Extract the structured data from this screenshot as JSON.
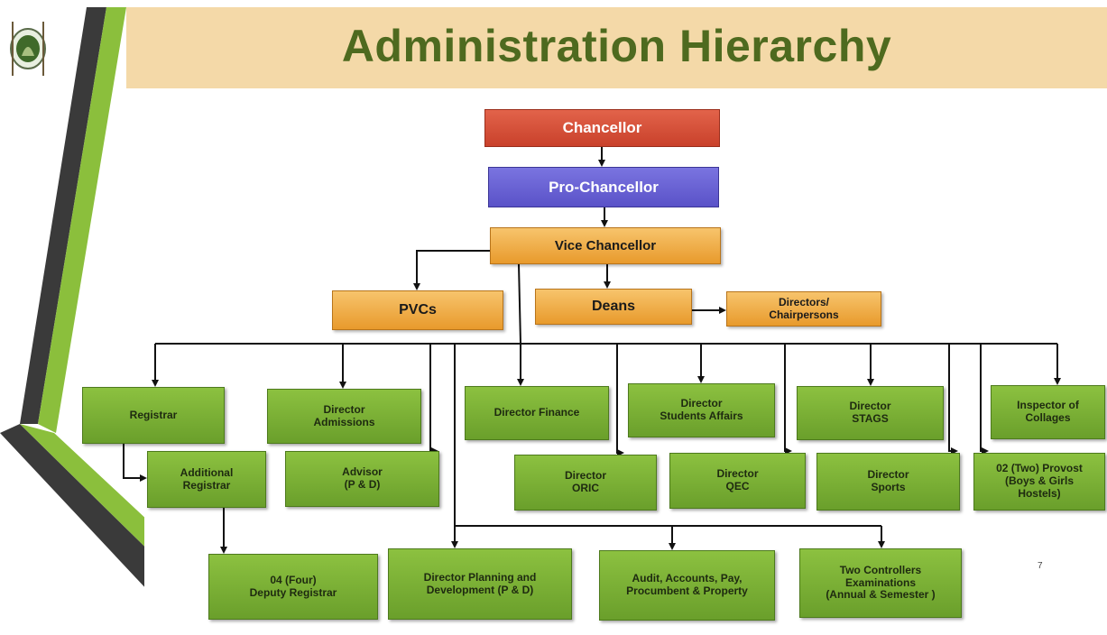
{
  "title": "Administration Hierarchy",
  "page_number": "7",
  "nodes": {
    "chancellor": "Chancellor",
    "pro_chancellor": "Pro-Chancellor",
    "vice_chancellor": "Vice Chancellor",
    "pvcs": "PVCs",
    "deans": "Deans",
    "directors_chairpersons": "Directors/\nChairpersons",
    "registrar": "Registrar",
    "director_admissions": "Director\nAdmissions",
    "director_finance": "Director Finance",
    "director_students_affairs": "Director\nStudents Affairs",
    "director_stags": "Director\nSTAGS",
    "inspector_collages": "Inspector of\nCollages",
    "additional_registrar": "Additional\nRegistrar",
    "advisor_pd": "Advisor\n(P & D)",
    "director_oric": "Director\nORIC",
    "director_qec": "Director\nQEC",
    "director_sports": "Director\nSports",
    "provost": "02 (Two) Provost\n(Boys & Girls\nHostels)",
    "deputy_registrar": "04 (Four)\nDeputy Registrar",
    "director_planning": "Director Planning and\nDevelopment (P & D)",
    "audit_accounts": "Audit, Accounts, Pay,\nProcumbent & Property",
    "controllers_exams": "Two Controllers\nExaminations\n(Annual & Semester )"
  }
}
